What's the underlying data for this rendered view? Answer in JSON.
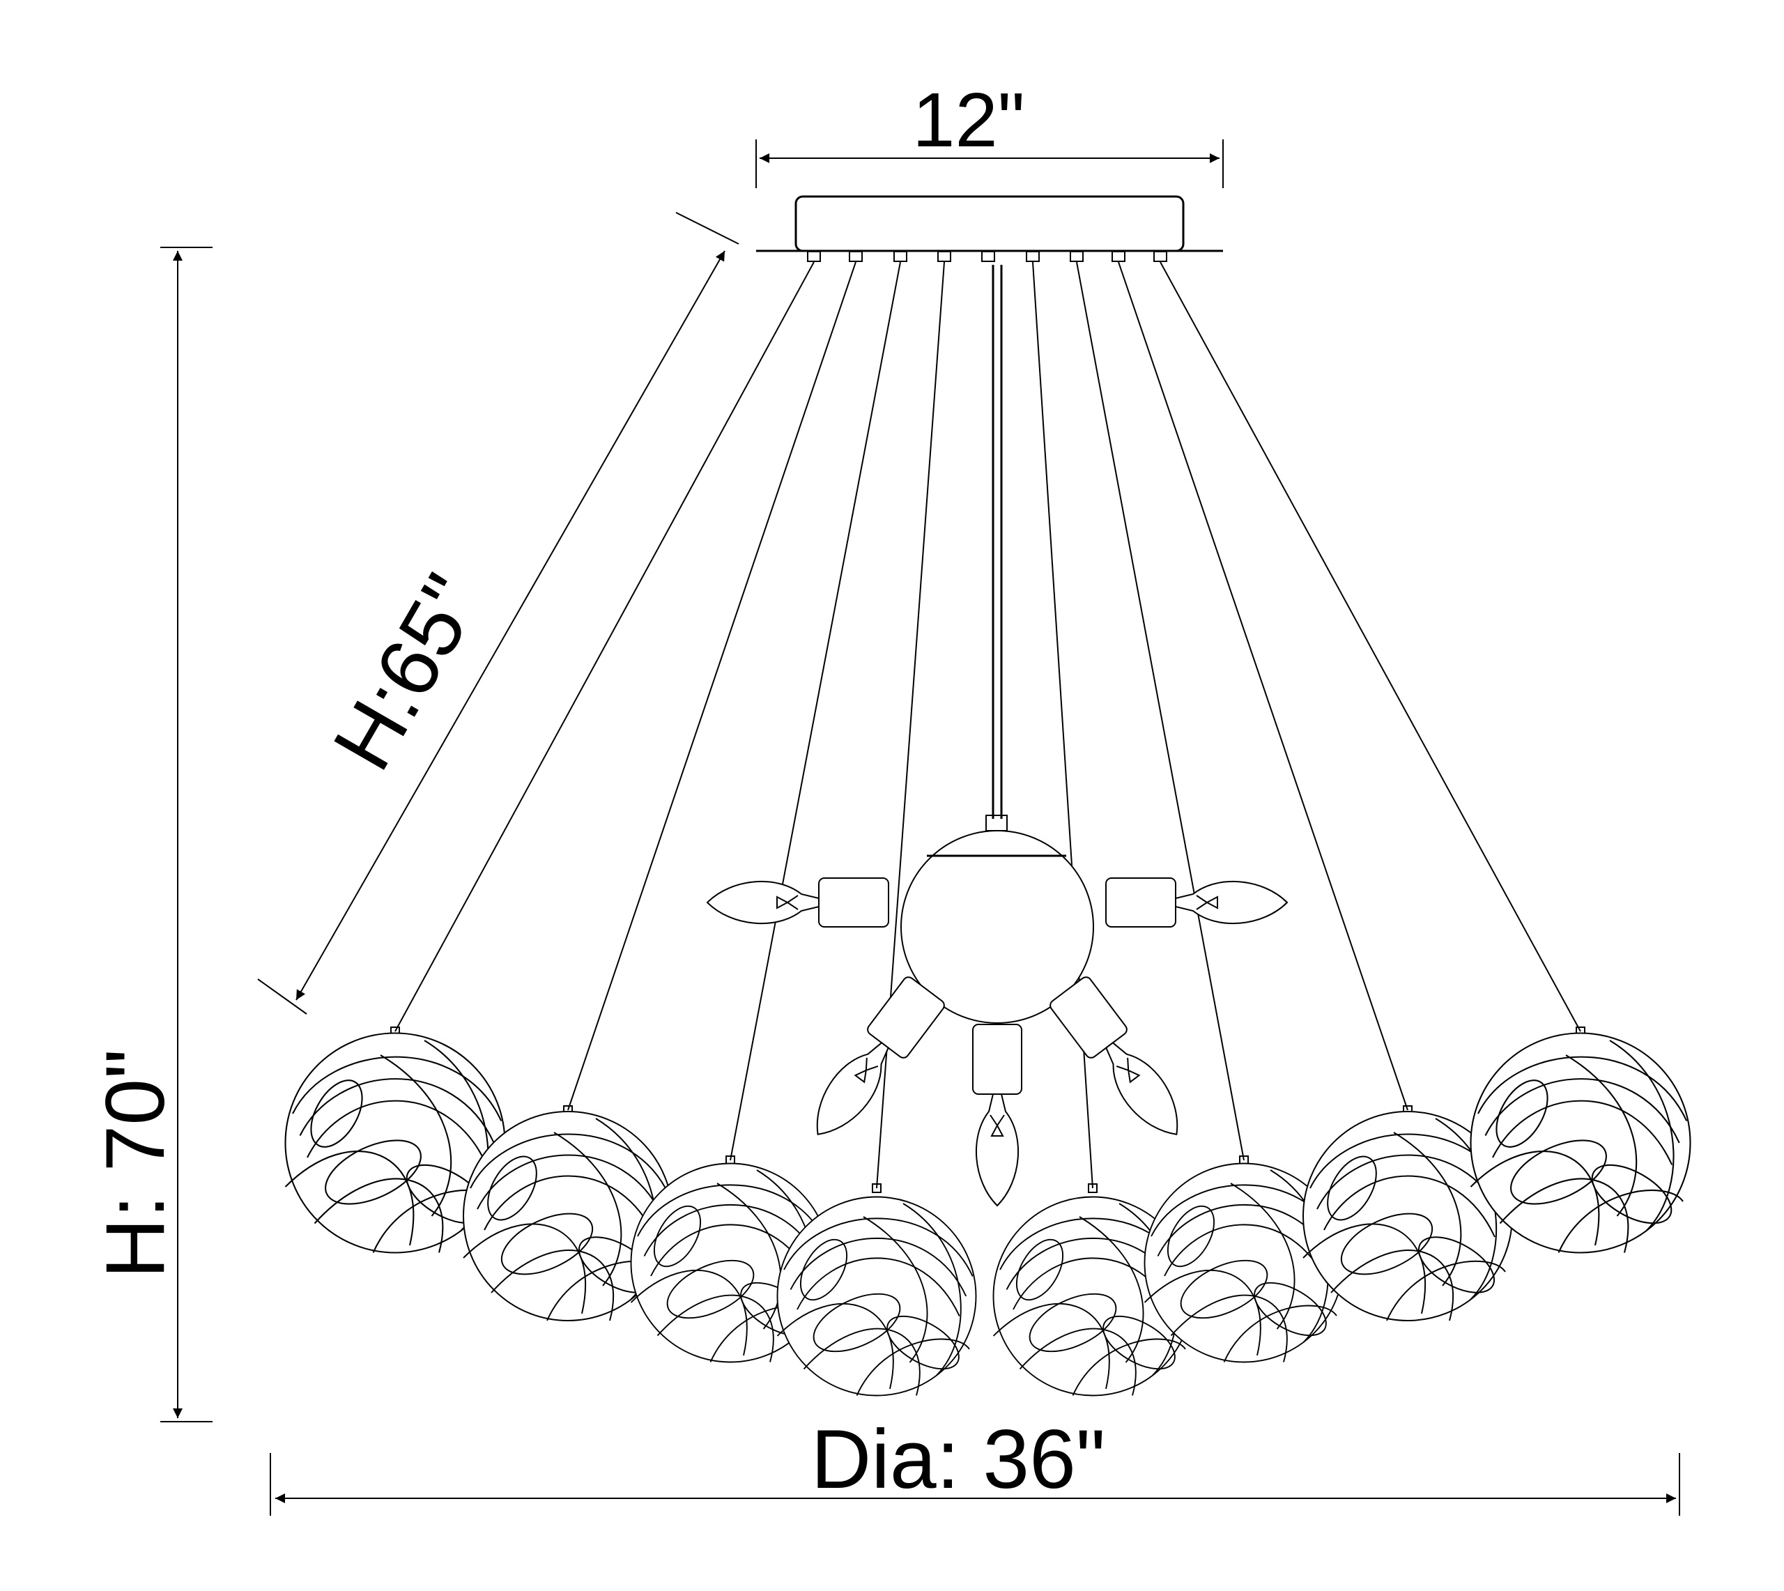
{
  "dimensions": {
    "canopy_width": "12\"",
    "chain_length": "H:65\"",
    "overall_height": "H: 70\"",
    "diameter": "Dia: 36\""
  },
  "fixture": {
    "rods": 9,
    "bulbs": 5,
    "glass_globes": 8
  }
}
